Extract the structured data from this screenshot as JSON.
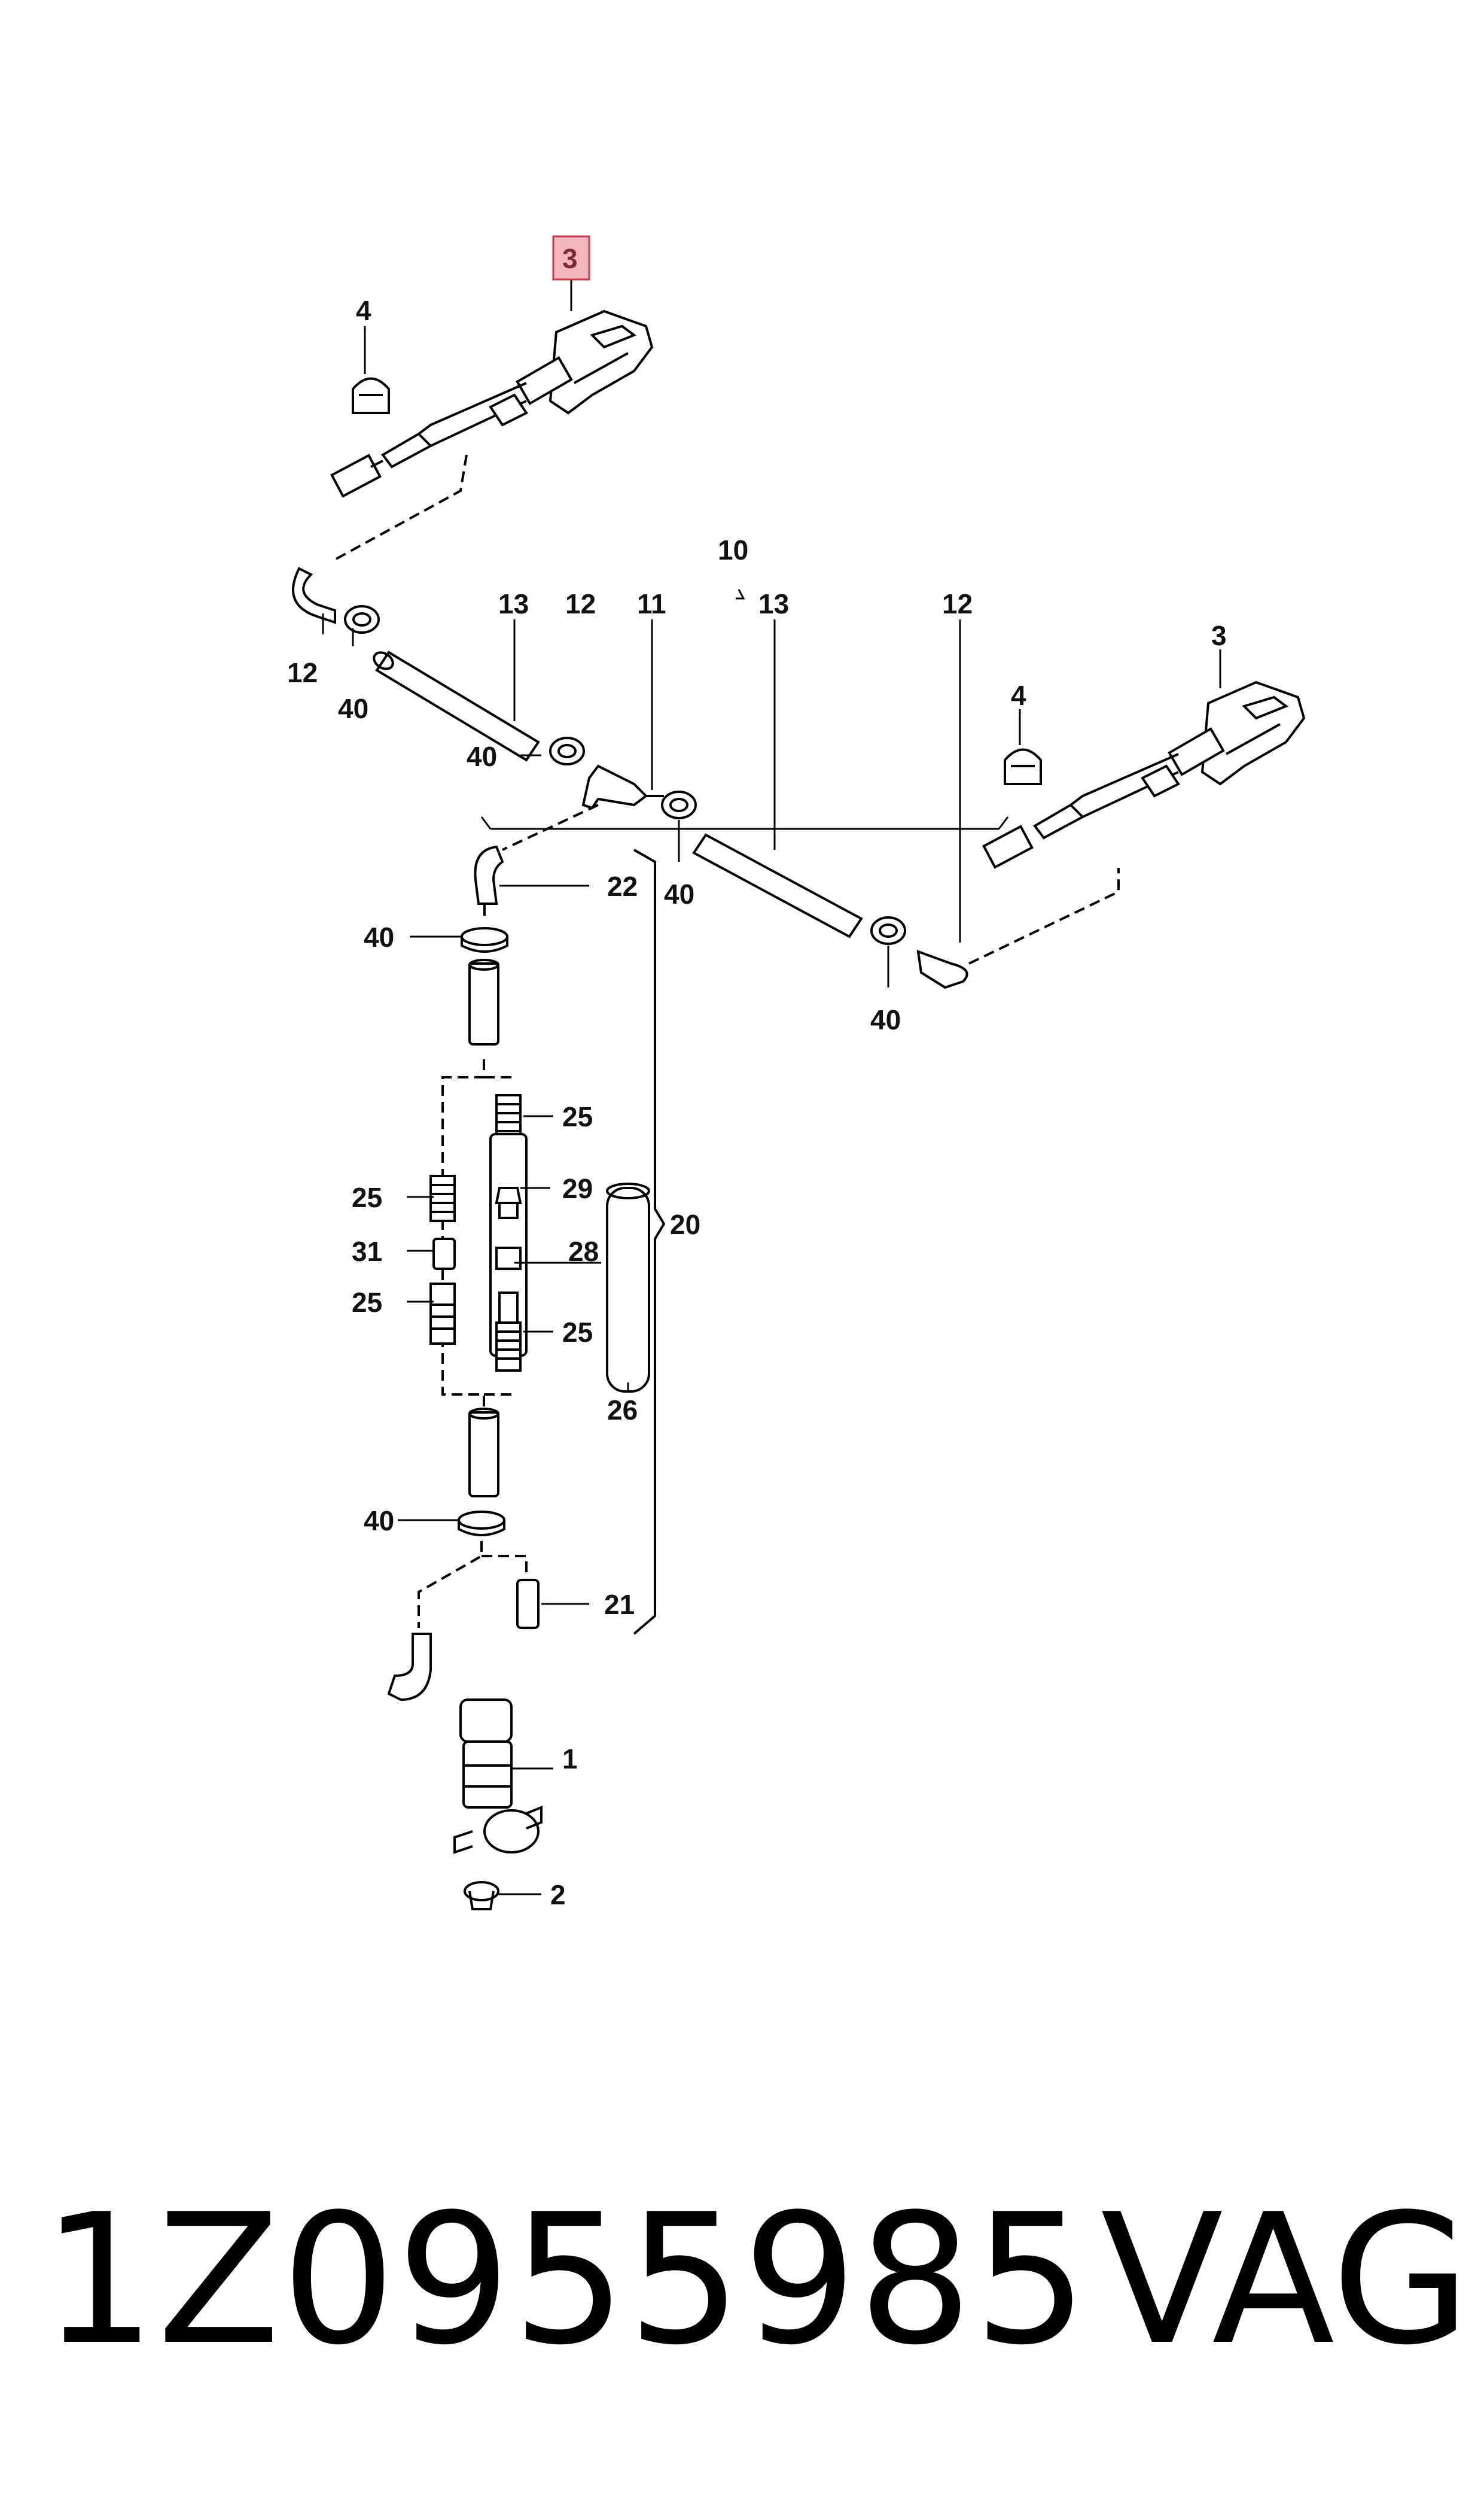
{
  "diagram": {
    "callouts": {
      "c1": "1",
      "c2": "2",
      "c3a": "3",
      "c3b": "3",
      "c4a": "4",
      "c4b": "4",
      "c10": "10",
      "c11": "11",
      "c12a": "12",
      "c12b": "12",
      "c12c": "12",
      "c13a": "13",
      "c13b": "13",
      "c20": "20",
      "c21": "21",
      "c22": "22",
      "c25a": "25",
      "c25b": "25",
      "c25c": "25",
      "c25d": "25",
      "c26": "26",
      "c28": "28",
      "c29": "29",
      "c31": "31",
      "c40a": "40",
      "c40b": "40",
      "c40c": "40",
      "c40d": "40",
      "c40e": "40",
      "c40f": "40"
    },
    "highlight_color": "#f4b6bd"
  },
  "footer": {
    "part_number": "1Z0955985",
    "brand": "VAG"
  }
}
